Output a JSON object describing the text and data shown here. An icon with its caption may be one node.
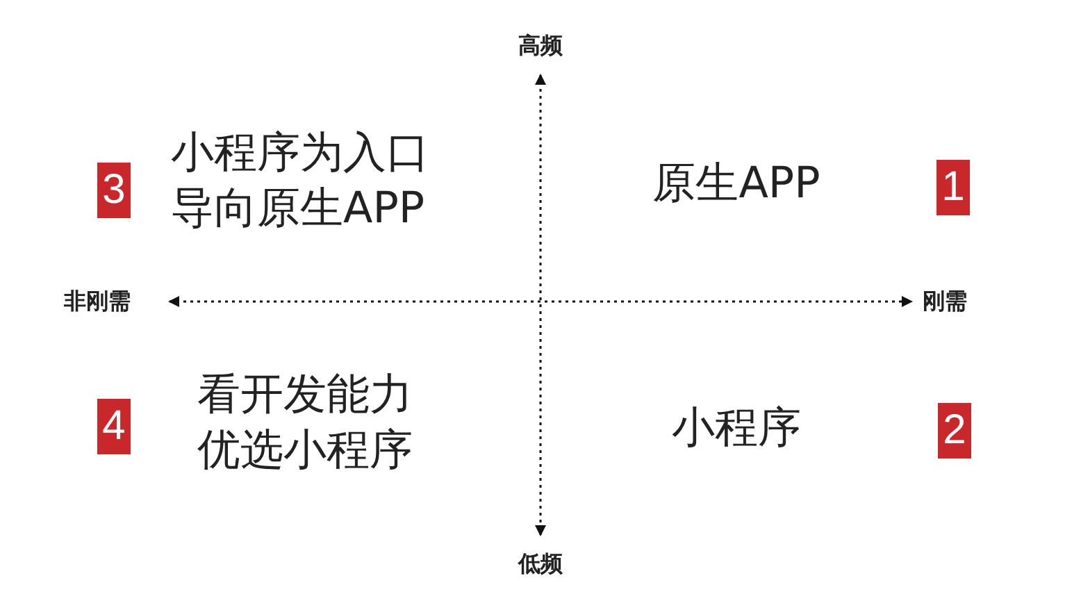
{
  "diagram": {
    "nodes": [
      {
        "text": [
          "3"
        ]
      },
      {
        "text": [
          "1"
        ]
      },
      {
        "text": [
          "4"
        ]
      },
      {
        "text": [
          "2"
        ]
      }
    ],
    "labels": [
      "高频",
      "小程序为入口导向原生APP",
      "原生APP",
      "非刚需",
      "刚需",
      "看开发能力优选小程序",
      "小程序",
      "低频"
    ]
  }
}
